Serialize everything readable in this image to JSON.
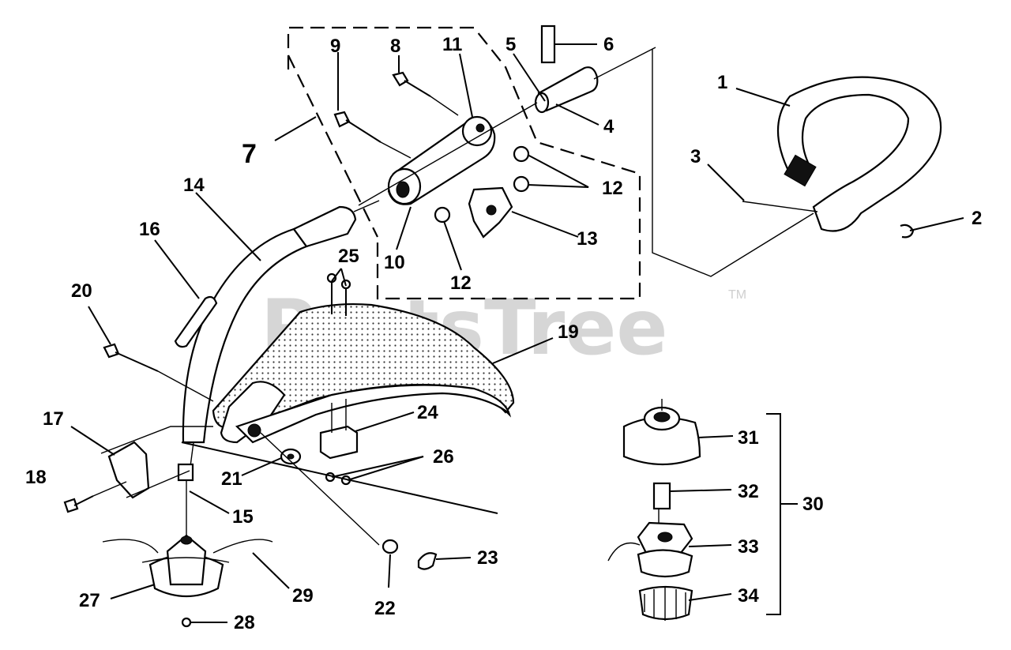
{
  "watermark": {
    "text": "PartsTree",
    "trademark": "TM"
  },
  "callouts": {
    "c1": "1",
    "c2": "2",
    "c3": "3",
    "c4": "4",
    "c5": "5",
    "c6": "6",
    "c7": "7",
    "c8": "8",
    "c9": "9",
    "c10": "10",
    "c11": "11",
    "c12a": "12",
    "c12b": "12",
    "c13": "13",
    "c14": "14",
    "c15": "15",
    "c16": "16",
    "c17": "17",
    "c18": "18",
    "c19": "19",
    "c20": "20",
    "c21": "21",
    "c22": "22",
    "c23": "23",
    "c24": "24",
    "c25": "25",
    "c26": "26",
    "c27": "27",
    "c28": "28",
    "c29": "29",
    "c30": "30",
    "c31": "31",
    "c32": "32",
    "c33": "33",
    "c34": "34"
  }
}
